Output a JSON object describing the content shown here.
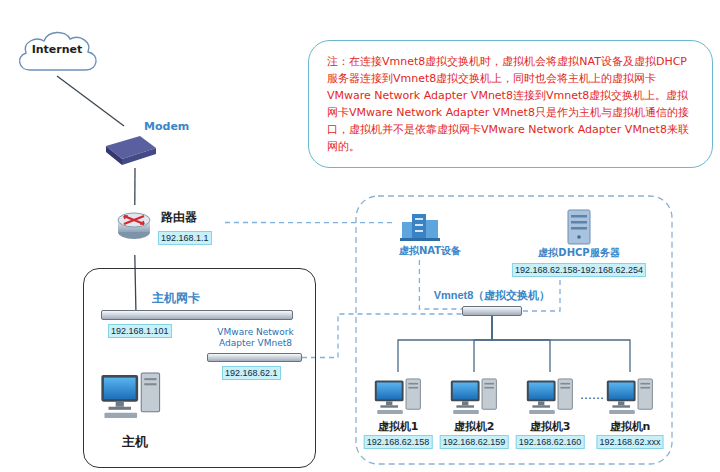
{
  "diagram": {
    "nodes": [
      {
        "text": [
          "Internet"
        ]
      },
      {
        "text": [
          "Modem"
        ]
      },
      {
        "text": [
          "路由器",
          "192.168.1.1"
        ]
      },
      {
        "text": [
          "注：在连接Vmnet8虚拟交换机时，虚拟机会将虚拟NAT设备及虚拟DHCP服务器连接到Vmnet8虚拟交换机上，同时也会将主机上的虚拟网卡 VMware Network Adapter VMnet8连接到Vmnet8虚拟交换机上。虚拟网卡VMware Network Adapter VMnet8只是作为主机与虚拟机通信的接口，虚拟机并不是依靠虚拟网卡VMware Network Adapter VMnet8来联网的。"
        ]
      },
      {
        "text": [
          "主机"
        ]
      },
      {
        "text": [
          "主机网卡",
          "192.168.1.101"
        ],
        "in": 4
      },
      {
        "text": [
          "VMware Network Adapter VMnet8",
          "192.168.62.1"
        ],
        "in": 4
      },
      {
        "text": [
          "虚拟NAT设备"
        ]
      },
      {
        "text": [
          "虚拟DHCP服务器",
          "192.168.62.158-192.168.62.254"
        ]
      },
      {
        "text": [
          "Vmnet8（虚拟交换机）"
        ]
      },
      {
        "text": [
          "虚拟机1",
          "192.168.62.158"
        ]
      },
      {
        "text": [
          "虚拟机2",
          "192.168.62.159"
        ]
      },
      {
        "text": [
          "虚拟机3",
          "192.168.62.160"
        ]
      },
      {
        "text": [
          "虚拟机n",
          "192.168.62.xxx"
        ]
      }
    ],
    "edges": [
      {
        "from": 0,
        "to": 1,
        "arrow": "none"
      },
      {
        "from": 1,
        "to": 2,
        "arrow": "none"
      },
      {
        "from": 2,
        "to": 5,
        "arrow": "none"
      },
      {
        "from": 2,
        "to": 7,
        "arrow": "none"
      },
      {
        "from": 7,
        "to": 9,
        "arrow": "none"
      },
      {
        "from": 8,
        "to": 9,
        "arrow": "none"
      },
      {
        "from": 6,
        "to": 9,
        "arrow": "none"
      },
      {
        "from": 9,
        "to": 10,
        "arrow": "none"
      },
      {
        "from": 9,
        "to": 11,
        "arrow": "none"
      },
      {
        "from": 9,
        "to": 12,
        "arrow": "none"
      },
      {
        "from": 9,
        "to": 13,
        "arrow": "none"
      }
    ],
    "labels": [
      "……"
    ]
  }
}
